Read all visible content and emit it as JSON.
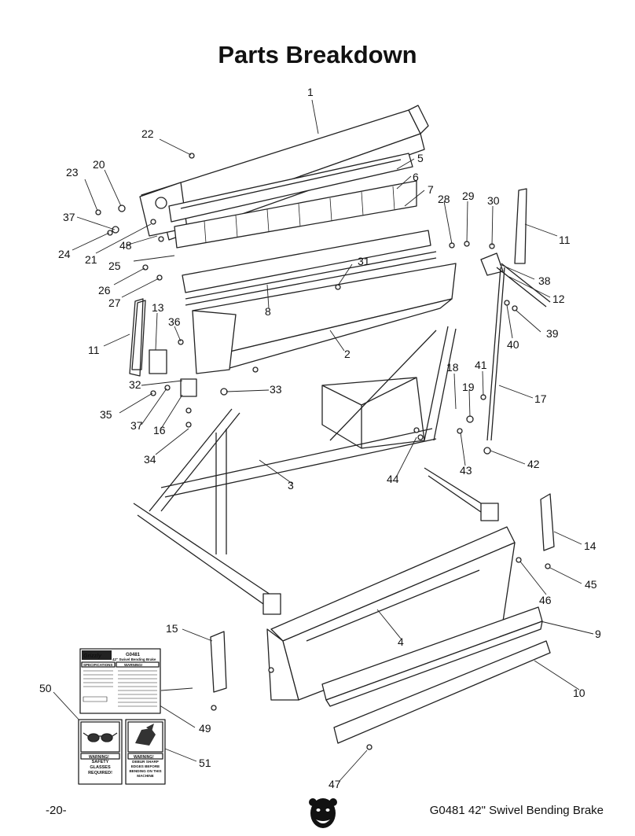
{
  "page_title": "Parts Breakdown",
  "footer": {
    "page_number": "-20-",
    "model": "G0481 42\" Swivel Bending Brake"
  },
  "callouts": [
    {
      "num": "1"
    },
    {
      "num": "2"
    },
    {
      "num": "3"
    },
    {
      "num": "4"
    },
    {
      "num": "5"
    },
    {
      "num": "6"
    },
    {
      "num": "7"
    },
    {
      "num": "8"
    },
    {
      "num": "9"
    },
    {
      "num": "10"
    },
    {
      "num": "11"
    },
    {
      "num": "11"
    },
    {
      "num": "12"
    },
    {
      "num": "13"
    },
    {
      "num": "14"
    },
    {
      "num": "15"
    },
    {
      "num": "16"
    },
    {
      "num": "17"
    },
    {
      "num": "18"
    },
    {
      "num": "19"
    },
    {
      "num": "20"
    },
    {
      "num": "21"
    },
    {
      "num": "22"
    },
    {
      "num": "23"
    },
    {
      "num": "24"
    },
    {
      "num": "25"
    },
    {
      "num": "26"
    },
    {
      "num": "27"
    },
    {
      "num": "28"
    },
    {
      "num": "29"
    },
    {
      "num": "30"
    },
    {
      "num": "31"
    },
    {
      "num": "32"
    },
    {
      "num": "33"
    },
    {
      "num": "34"
    },
    {
      "num": "35"
    },
    {
      "num": "36"
    },
    {
      "num": "37"
    },
    {
      "num": "37"
    },
    {
      "num": "38"
    },
    {
      "num": "39"
    },
    {
      "num": "40"
    },
    {
      "num": "41"
    },
    {
      "num": "42"
    },
    {
      "num": "43"
    },
    {
      "num": "44"
    },
    {
      "num": "45"
    },
    {
      "num": "46"
    },
    {
      "num": "47"
    },
    {
      "num": "48"
    },
    {
      "num": "49"
    },
    {
      "num": "50"
    },
    {
      "num": "51"
    }
  ],
  "spec_label": {
    "brand": "Grizzly",
    "model": "G0481",
    "product": "42\" Swivel Bending Brake",
    "specs_header": "SPECIFICATIONS",
    "warning_header": "WARNING!"
  },
  "safety_label": {
    "warning": "WARNING!",
    "text": "SAFETY GLASSES REQUIRED!"
  },
  "deburr_label": {
    "warning": "WARNING!",
    "text": "DEBUR SHARP EDGES BEFORE BENDING ON THIS MACHINE"
  }
}
